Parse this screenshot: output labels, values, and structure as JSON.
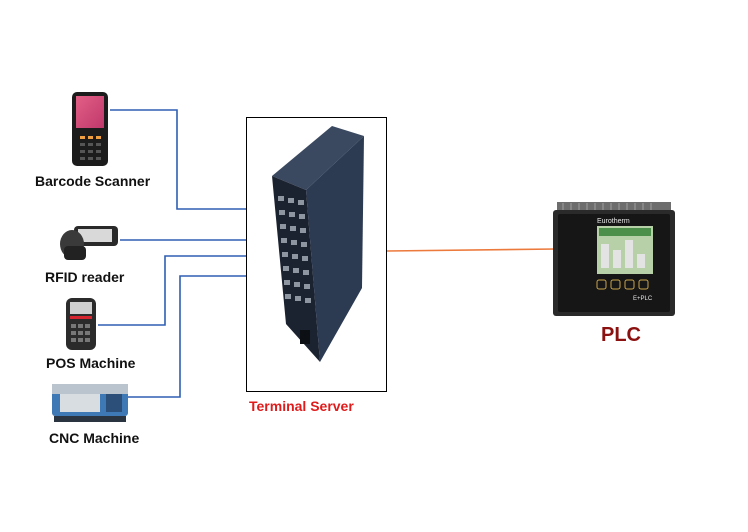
{
  "devices": [
    {
      "label": "Barcode Scanner",
      "icon": "barcode-scanner-icon"
    },
    {
      "label": "RFID reader",
      "icon": "rfid-reader-icon"
    },
    {
      "label": "POS Machine",
      "icon": "pos-machine-icon"
    },
    {
      "label": "CNC Machine",
      "icon": "cnc-machine-icon"
    }
  ],
  "terminal_server": {
    "label": "Terminal Server",
    "label_color": "#e01b1b"
  },
  "plc": {
    "label": "PLC",
    "label_color": "#8b1010",
    "brand": "Eurotherm",
    "model": "E+PLC"
  },
  "colors": {
    "device_links": "#2f5fb3",
    "plc_link": "#ec7a3c"
  }
}
